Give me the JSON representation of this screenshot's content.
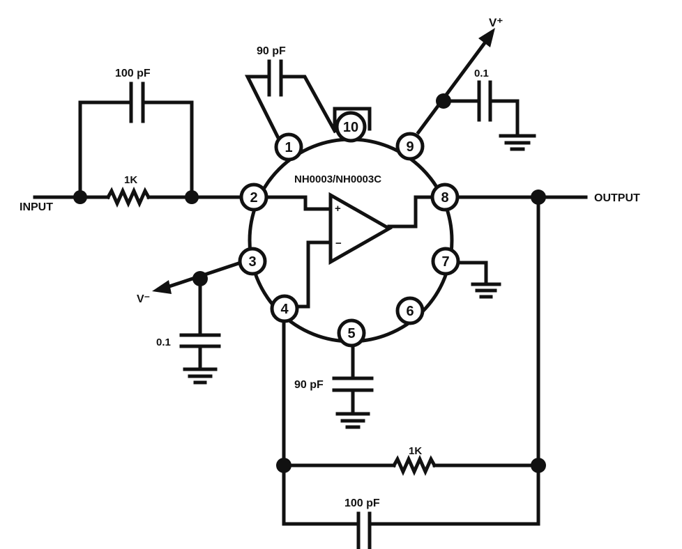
{
  "diagram": {
    "chip_label": "NH0003/NH0003C",
    "input_label": "INPUT",
    "output_label": "OUTPUT",
    "vplus_label": "V⁺",
    "vminus_label": "V⁻",
    "opamp": {
      "plus": "+",
      "minus": "−"
    },
    "pins": [
      "1",
      "2",
      "3",
      "4",
      "5",
      "6",
      "7",
      "8",
      "9",
      "10"
    ],
    "components": {
      "cap_input": "100 pF",
      "res_input": "1K",
      "cap_comp_1_10": "90 pF",
      "cap_vplus": "0.1",
      "cap_vminus": "0.1",
      "cap_pin5": "90 pF",
      "res_feedback": "1K",
      "cap_feedback": "100 pF"
    }
  }
}
